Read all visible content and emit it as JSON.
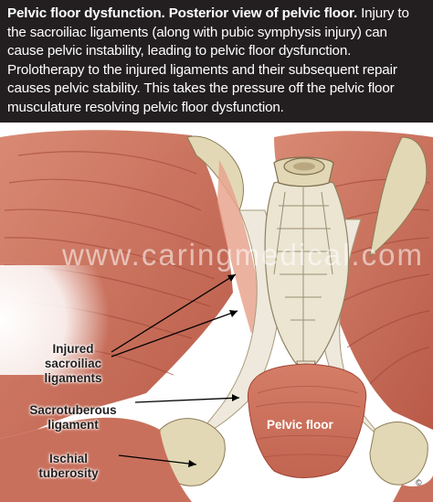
{
  "caption": {
    "bold": "Pelvic floor dysfunction. Posterior view of pelvic floor.",
    "text": " Injury to the sacroiliac ligaments (along with pubic symphysis injury) can cause pelvic instability, leading to pelvic floor dysfunction. Prolotherapy to the injured ligaments and their subsequent repair causes pelvic stability. This takes the pressure off the pelvic floor musculature resolving pelvic floor dysfunction."
  },
  "labels": {
    "injured_line1": "Injured",
    "injured_line2": "sacroiliac",
    "injured_line3": "ligaments",
    "sacrotuberous_line1": "Sacrotuberous",
    "sacrotuberous_line2": "ligament",
    "ischial_line1": "Ischial",
    "ischial_line2": "tuberosity",
    "pelvic_floor": "Pelvic floor"
  },
  "watermark": "www.caringmedical.com",
  "copyright": "©",
  "colors": {
    "caption_bg": "#231f20",
    "muscle": "#c9705c",
    "muscle_dark": "#a24a3a",
    "ligament": "#eee9dc",
    "bone": "#e2d8b6"
  }
}
